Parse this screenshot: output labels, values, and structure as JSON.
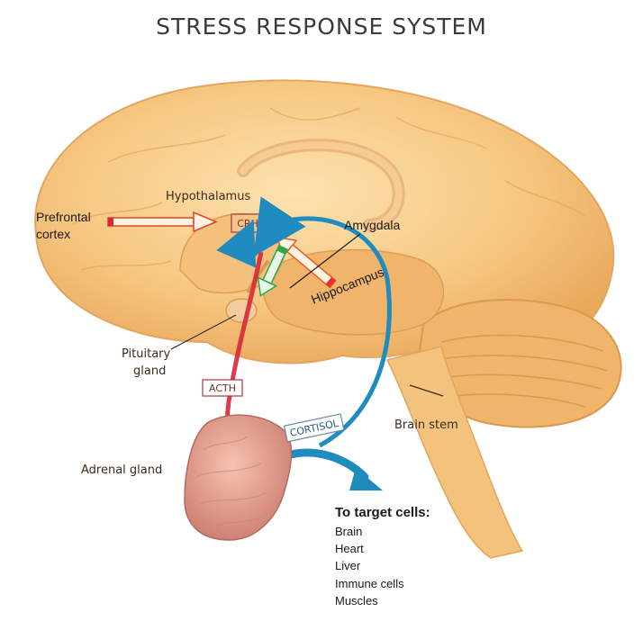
{
  "title": "STRESS RESPONSE SYSTEM",
  "labels": {
    "hypothalamus": "Hypothalamus",
    "prefrontal_1": "Prefrontal",
    "prefrontal_2": "cortex",
    "crh": "CRH",
    "amygdala": "Amygdala",
    "hippocampus": "Hippocampus",
    "pituitary_1": "Pituitary",
    "pituitary_2": "gland",
    "acth": "ACTH",
    "cortisol": "CORTISOL",
    "brain_stem": "Brain stem",
    "adrenal": "Adrenal gland"
  },
  "targets": {
    "heading": "To target cells:",
    "items": [
      "Brain",
      "Heart",
      "Liver",
      "Immune cells",
      "Muscles"
    ]
  },
  "colors": {
    "brain": "#f6c781",
    "brain_dark": "#e9a85a",
    "cerebellum": "#f0b56a",
    "red_arrow": "#d8283a",
    "blue_arrow": "#1f8bbf",
    "green_arrow": "#2aa84a",
    "orange_arrow": "#e85a2a",
    "adrenal": "#e9a090"
  }
}
